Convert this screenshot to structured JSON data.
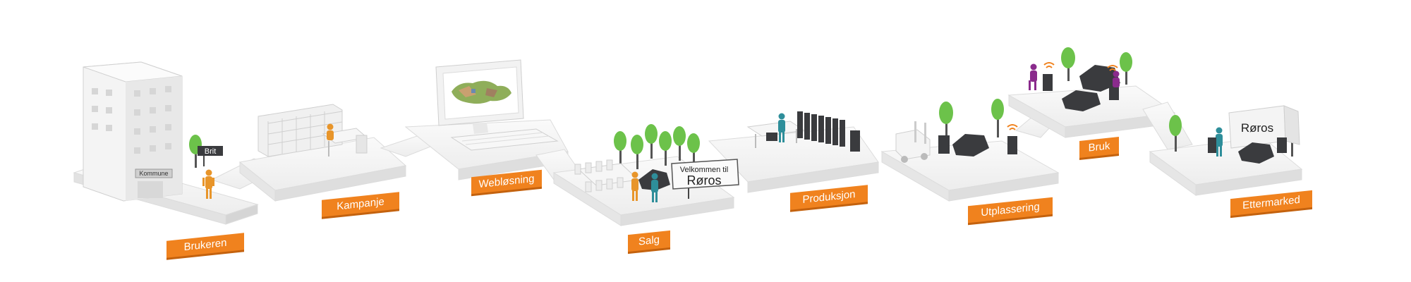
{
  "stages": [
    {
      "id": "brukeren",
      "label": "Brukeren"
    },
    {
      "id": "kampanje",
      "label": "Kampanje"
    },
    {
      "id": "weblosning",
      "label": "Webløsning"
    },
    {
      "id": "salg",
      "label": "Salg"
    },
    {
      "id": "produksjon",
      "label": "Produksjon"
    },
    {
      "id": "utplassering",
      "label": "Utplassering"
    },
    {
      "id": "bruk",
      "label": "Bruk"
    },
    {
      "id": "ettermarked",
      "label": "Ettermarked"
    }
  ],
  "signs": {
    "kommune": "Kommune",
    "brit": "Brit",
    "welcome_line1": "Velkommen til",
    "welcome_line2": "Røros",
    "truck": "Røros"
  },
  "colors": {
    "label_orange": "#f0821e",
    "person_orange": "#e8952a",
    "person_teal": "#2e8e9a",
    "person_purple": "#8a2b8c",
    "tree_green": "#6cc24a",
    "platform": "#f2f2f2",
    "container": "#3a3b3e",
    "wifi": "#f0821e"
  }
}
